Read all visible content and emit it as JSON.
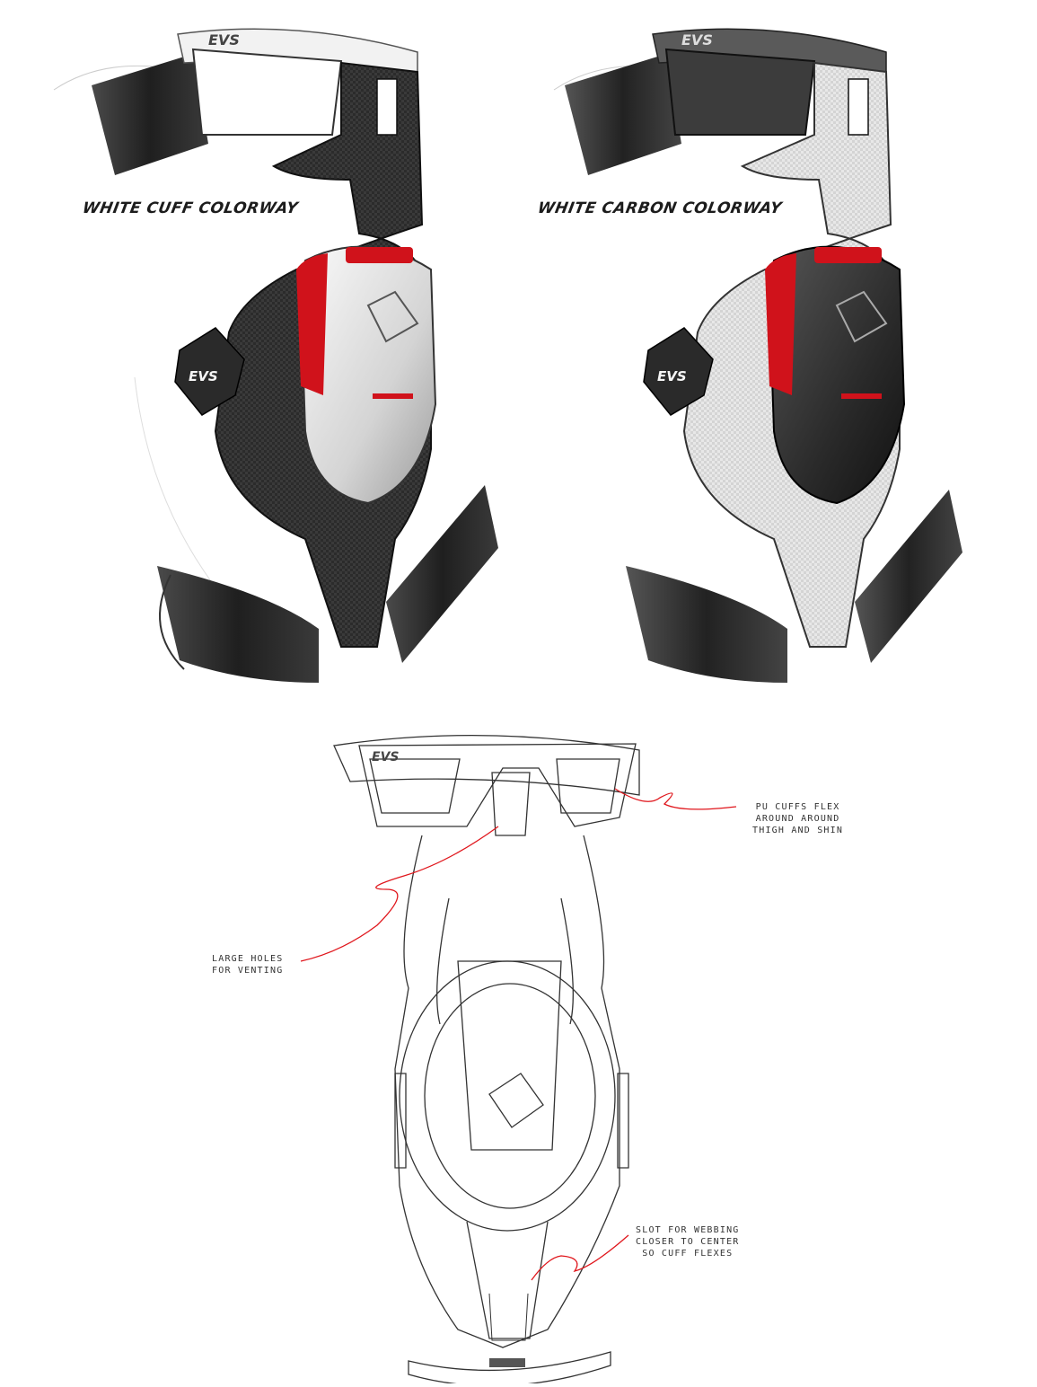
{
  "colorways": [
    {
      "title": "WHITE CUFF COLORWAY",
      "brand": "EVS",
      "frame_color": "#2a2a2a",
      "cup_color": "#e6e6e6",
      "accent": "#d0121b"
    },
    {
      "title": "WHITE CARBON COLORWAY",
      "brand": "EVS",
      "frame_color": "#e4e4e4",
      "cup_color": "#2c2c2c",
      "accent": "#d0121b"
    }
  ],
  "sketch": {
    "brand": "EVS",
    "callouts": [
      {
        "text": "PU CUFFS FLEX\nAROUND AROUND\nTHIGH AND SHIN"
      },
      {
        "text": "LARGE HOLES\nFOR VENTING"
      },
      {
        "text": "SLOT FOR WEBBING\nCLOSER TO CENTER\nSO CUFF FLEXES"
      }
    ],
    "leader_color": "#e0161c"
  }
}
